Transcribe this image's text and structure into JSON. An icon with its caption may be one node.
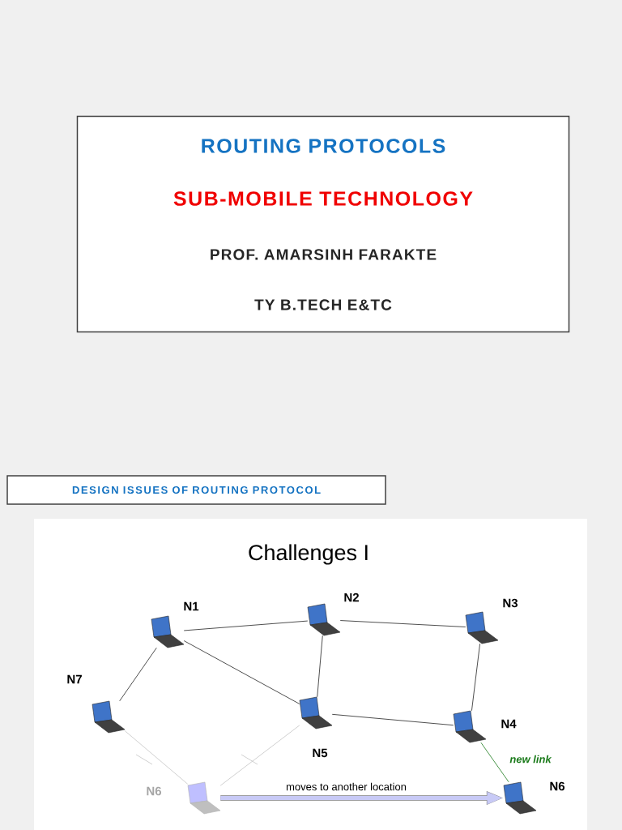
{
  "diagram": {
    "nodes": [
      {
        "text": [
          "ROUTING PROTOCOLS",
          "SUB-MOBILE TECHNOLOGY",
          "PROF. AMARSINH FARAKTE",
          "TY B.TECH E&TC"
        ]
      },
      {
        "text": [
          "DESIGN ISSUES OF ROUTING PROTOCOL"
        ]
      },
      {
        "text": [
          "Challenges I"
        ]
      },
      {
        "text": [
          "N1"
        ],
        "in": 2
      },
      {
        "text": [
          "N2"
        ],
        "in": 2
      },
      {
        "text": [
          "N3"
        ],
        "in": 2
      },
      {
        "text": [
          "N7"
        ],
        "in": 2
      },
      {
        "text": [
          "N5"
        ],
        "in": 2
      },
      {
        "text": [
          "N4"
        ],
        "in": 2
      },
      {
        "text": [
          "N6"
        ],
        "in": 2
      },
      {
        "text": [
          "N6"
        ],
        "in": 2
      }
    ],
    "edges": [
      {
        "from": 3,
        "to": 4,
        "arrow": "none"
      },
      {
        "from": 4,
        "to": 5,
        "arrow": "none"
      },
      {
        "from": 3,
        "to": 6,
        "arrow": "none"
      },
      {
        "from": 3,
        "to": 7,
        "arrow": "none"
      },
      {
        "from": 4,
        "to": 7,
        "arrow": "none"
      },
      {
        "from": 5,
        "to": 8,
        "arrow": "none"
      },
      {
        "from": 7,
        "to": 8,
        "arrow": "none"
      },
      {
        "from": 6,
        "to": 9,
        "arrow": "none",
        "color": "#c4c4c4"
      },
      {
        "from": 7,
        "to": 9,
        "arrow": "none",
        "color": "#c4c4c4"
      },
      {
        "from": 8,
        "to": 10,
        "arrow": "none",
        "color": "#1a7a1a",
        "label": "new link"
      },
      {
        "from": 9,
        "to": 10,
        "arrow": "to",
        "style": "thick",
        "color": "#c8caf6",
        "label": "moves to another location"
      }
    ]
  }
}
